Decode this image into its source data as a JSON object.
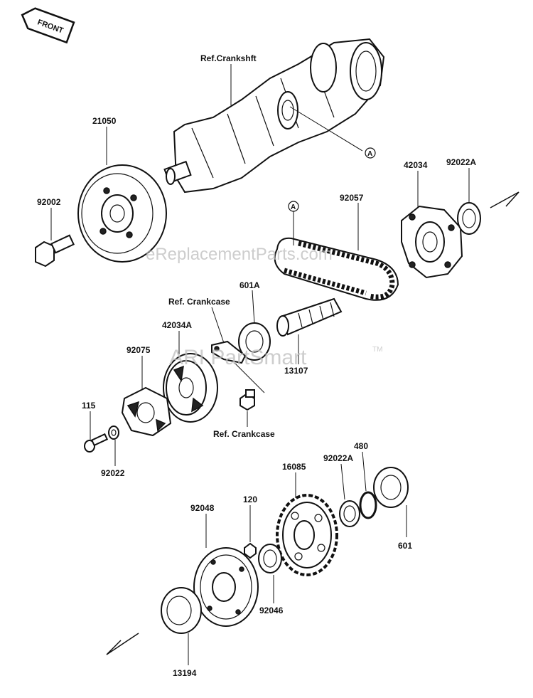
{
  "front_badge": "FRONT",
  "labels": {
    "ref_crankshaft": "Ref.Crankshft",
    "p21050": "21050",
    "p92002": "92002",
    "ref_crankcase_top": "Ref. Crankcase",
    "p601A": "601A",
    "p42034": "42034",
    "p92022A_top": "92022A",
    "p92057": "92057",
    "point_a_1": "A",
    "point_a_2": "A",
    "p42034A": "42034A",
    "p92075": "92075",
    "p13107": "13107",
    "p115": "115",
    "p92022": "92022",
    "ref_crankcase_bottom": "Ref. Crankcase",
    "p92048": "92048",
    "p120": "120",
    "p16085": "16085",
    "p92022A_bottom": "92022A",
    "p480": "480",
    "p601": "601",
    "p92046": "92046",
    "p13194": "13194"
  },
  "watermarks": {
    "site": "eReplacementParts.com",
    "ari": "ARI PartSmart",
    "tm": "TM"
  }
}
